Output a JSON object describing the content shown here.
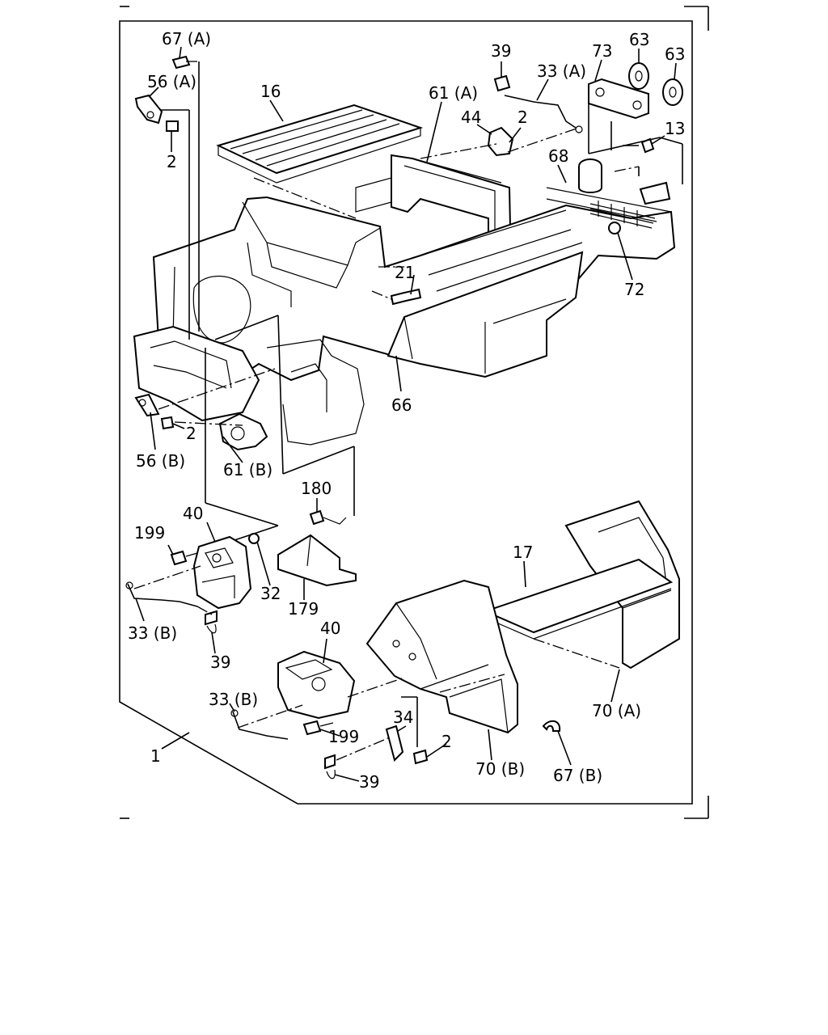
{
  "diagram": {
    "callouts": [
      {
        "id": "l67a",
        "text": "67 (A)"
      },
      {
        "id": "l56a",
        "text": "56 (A)"
      },
      {
        "id": "l2a",
        "text": "2"
      },
      {
        "id": "l16",
        "text": "16"
      },
      {
        "id": "l39a",
        "text": "39"
      },
      {
        "id": "l33a",
        "text": "33 (A)"
      },
      {
        "id": "l73",
        "text": "73"
      },
      {
        "id": "l63a",
        "text": "63"
      },
      {
        "id": "l63b",
        "text": "63"
      },
      {
        "id": "l61a",
        "text": "61 (A)"
      },
      {
        "id": "l44",
        "text": "44"
      },
      {
        "id": "l2b",
        "text": "2"
      },
      {
        "id": "l13",
        "text": "13"
      },
      {
        "id": "l68",
        "text": "68"
      },
      {
        "id": "l21",
        "text": "21"
      },
      {
        "id": "l72",
        "text": "72"
      },
      {
        "id": "l66",
        "text": "66"
      },
      {
        "id": "l2c",
        "text": "2"
      },
      {
        "id": "l56b",
        "text": "56 (B)"
      },
      {
        "id": "l61b",
        "text": "61 (B)"
      },
      {
        "id": "l180",
        "text": "180"
      },
      {
        "id": "l40a",
        "text": "40"
      },
      {
        "id": "l199a",
        "text": "199"
      },
      {
        "id": "l32",
        "text": "32"
      },
      {
        "id": "l179",
        "text": "179"
      },
      {
        "id": "l33b1",
        "text": "33 (B)"
      },
      {
        "id": "l39b",
        "text": "39"
      },
      {
        "id": "l17",
        "text": "17"
      },
      {
        "id": "l40b",
        "text": "40"
      },
      {
        "id": "l33b2",
        "text": "33 (B)"
      },
      {
        "id": "l34",
        "text": "34"
      },
      {
        "id": "l199b",
        "text": "199"
      },
      {
        "id": "l2d",
        "text": "2"
      },
      {
        "id": "l70a",
        "text": "70 (A)"
      },
      {
        "id": "l1",
        "text": "1"
      },
      {
        "id": "l39c",
        "text": "39"
      },
      {
        "id": "l70b",
        "text": "70 (B)"
      },
      {
        "id": "l67b",
        "text": "67 (B)"
      }
    ]
  }
}
